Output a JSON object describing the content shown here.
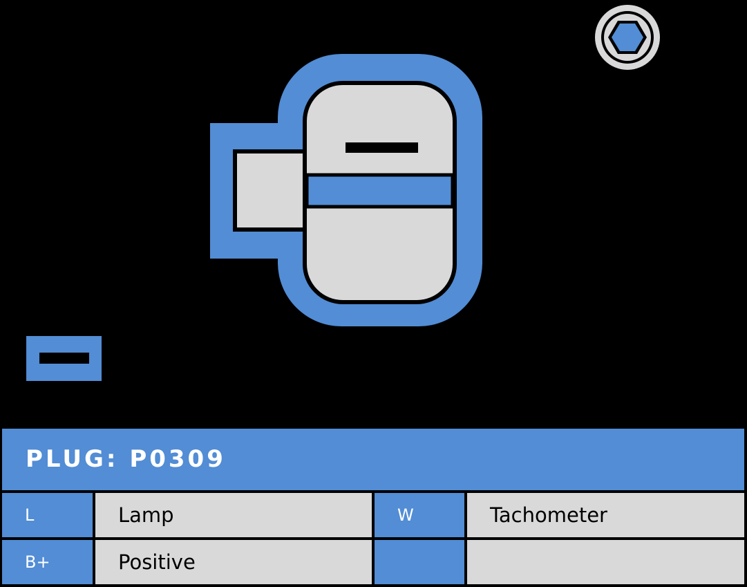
{
  "plug": {
    "title": "PLUG: P0309"
  },
  "pins": [
    {
      "pin": "L",
      "description": "Lamp"
    },
    {
      "pin": "W",
      "description": "Tachometer"
    },
    {
      "pin": "B+",
      "description": "Positive"
    },
    {
      "pin": "",
      "description": ""
    }
  ],
  "colors": {
    "accent": "#528dd5",
    "fill": "#d9d9d9",
    "background": "#000000",
    "outline": "#000000"
  },
  "icons": {
    "hex_nut": "hex-nut-icon",
    "connector": "connector-diagram",
    "small_terminal": "terminal-slot-icon"
  }
}
